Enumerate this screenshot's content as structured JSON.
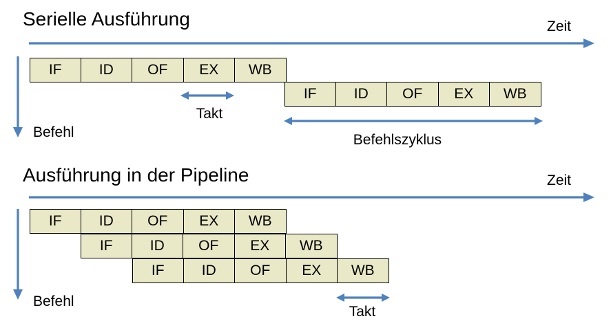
{
  "colors": {
    "arrow": "#4F81BD",
    "box_fill": "#E9E9C7",
    "box_border": "#000000",
    "text": "#000000",
    "background": "#FFFFFF"
  },
  "serial": {
    "title": "Serielle Ausführung",
    "time_label": "Zeit",
    "instruction_label": "Befehl",
    "clock_label": "Takt",
    "cycle_label": "Befehlszyklus",
    "rows": [
      {
        "cells": [
          "IF",
          "ID",
          "OF",
          "EX",
          "WB"
        ]
      },
      {
        "cells": [
          "IF",
          "ID",
          "OF",
          "EX",
          "WB"
        ]
      }
    ]
  },
  "pipeline": {
    "title": "Ausführung in der Pipeline",
    "time_label": "Zeit",
    "instruction_label": "Befehl",
    "clock_label": "Takt",
    "rows": [
      {
        "cells": [
          "IF",
          "ID",
          "OF",
          "EX",
          "WB"
        ]
      },
      {
        "cells": [
          "IF",
          "ID",
          "OF",
          "EX",
          "WB"
        ]
      },
      {
        "cells": [
          "IF",
          "ID",
          "OF",
          "EX",
          "WB"
        ]
      }
    ]
  }
}
